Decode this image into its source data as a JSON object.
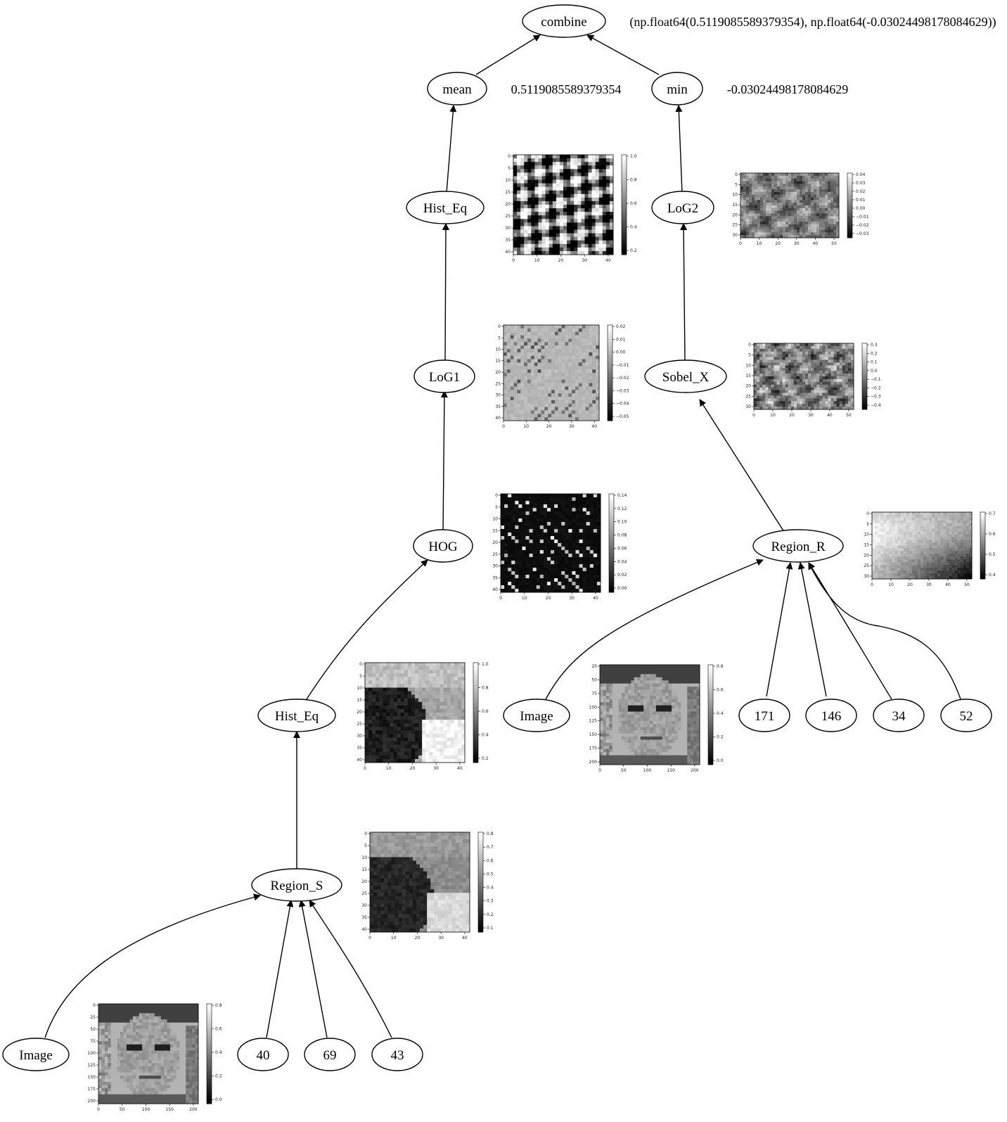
{
  "nodes": {
    "combine": {
      "label": "combine",
      "value": "(np.float64(0.5119085589379354), np.float64(-0.03024498178084629))"
    },
    "mean": {
      "label": "mean",
      "value": "0.5119085589379354"
    },
    "min": {
      "label": "min",
      "value": "-0.03024498178084629"
    },
    "hist_eq_top": {
      "label": "Hist_Eq"
    },
    "log2": {
      "label": "LoG2"
    },
    "log1": {
      "label": "LoG1"
    },
    "sobel_x": {
      "label": "Sobel_X"
    },
    "hog": {
      "label": "HOG"
    },
    "region_r": {
      "label": "Region_R"
    },
    "hist_eq_bottom": {
      "label": "Hist_Eq"
    },
    "image_right": {
      "label": "Image"
    },
    "n171": {
      "label": "171"
    },
    "n146": {
      "label": "146"
    },
    "n34": {
      "label": "34"
    },
    "n52": {
      "label": "52"
    },
    "region_s": {
      "label": "Region_S"
    },
    "image_left": {
      "label": "Image"
    },
    "n40": {
      "label": "40"
    },
    "n69": {
      "label": "69"
    },
    "n43": {
      "label": "43"
    }
  },
  "plots": {
    "hist_eq_top": {
      "xticks": [
        "0",
        "10",
        "20",
        "30",
        "40"
      ],
      "yticks": [
        "0",
        "5",
        "10",
        "15",
        "20",
        "25",
        "30",
        "35",
        "40"
      ],
      "cbar": [
        "1.0",
        "0.8",
        "0.6",
        "0.4",
        "0.2"
      ]
    },
    "log2": {
      "xticks": [
        "0",
        "10",
        "20",
        "30",
        "40",
        "50"
      ],
      "yticks": [
        "0",
        "5",
        "10",
        "15",
        "20",
        "25",
        "30"
      ],
      "cbar": [
        "0.04",
        "0.03",
        "0.02",
        "0.01",
        "0.00",
        "−0.01",
        "−0.02",
        "−0.03"
      ]
    },
    "log1": {
      "xticks": [
        "0",
        "10",
        "20",
        "30",
        "40"
      ],
      "yticks": [
        "0",
        "5",
        "10",
        "15",
        "20",
        "25",
        "30",
        "35",
        "40"
      ],
      "cbar": [
        "0.02",
        "0.01",
        "0.00",
        "−0.01",
        "−0.02",
        "−0.03",
        "−0.04",
        "−0.05"
      ]
    },
    "sobel_x": {
      "xticks": [
        "0",
        "10",
        "20",
        "30",
        "40",
        "50"
      ],
      "yticks": [
        "0",
        "5",
        "10",
        "15",
        "20",
        "25",
        "30"
      ],
      "cbar": [
        "0.3",
        "0.2",
        "0.1",
        "0.0",
        "−0.1",
        "−0.2",
        "−0.3",
        "−0.4"
      ]
    },
    "hog": {
      "xticks": [
        "0",
        "10",
        "20",
        "30",
        "40"
      ],
      "yticks": [
        "0",
        "5",
        "10",
        "15",
        "20",
        "25",
        "30",
        "35",
        "40"
      ],
      "cbar": [
        "0.14",
        "0.12",
        "0.10",
        "0.08",
        "0.06",
        "0.04",
        "0.02",
        "0.00"
      ]
    },
    "region_r": {
      "xticks": [
        "0",
        "10",
        "20",
        "30",
        "40",
        "50"
      ],
      "yticks": [
        "0",
        "5",
        "10",
        "15",
        "20",
        "25",
        "30"
      ],
      "cbar": [
        "0.7",
        "0.6",
        "0.5",
        "0.4"
      ]
    },
    "hist_eq_bottom": {
      "xticks": [
        "0",
        "10",
        "20",
        "30",
        "40"
      ],
      "yticks": [
        "0",
        "5",
        "10",
        "15",
        "20",
        "25",
        "30",
        "35",
        "40"
      ],
      "cbar": [
        "1.0",
        "0.8",
        "0.6",
        "0.4",
        "0.2"
      ]
    },
    "image_right": {
      "xticks": [
        "0",
        "50",
        "100",
        "150",
        "200"
      ],
      "yticks": [
        "25",
        "50",
        "75",
        "100",
        "125",
        "150",
        "175",
        "200"
      ],
      "cbar": [
        "0.8",
        "0.6",
        "0.4",
        "0.2",
        "0.0"
      ]
    },
    "region_s": {
      "xticks": [
        "0",
        "10",
        "20",
        "30",
        "40"
      ],
      "yticks": [
        "0",
        "5",
        "10",
        "15",
        "20",
        "25",
        "30",
        "35",
        "40"
      ],
      "cbar": [
        "0.8",
        "0.7",
        "0.6",
        "0.5",
        "0.4",
        "0.3",
        "0.2",
        "0.1"
      ]
    },
    "image_left": {
      "xticks": [
        "0",
        "50",
        "100",
        "150",
        "200"
      ],
      "yticks": [
        "0",
        "25",
        "50",
        "75",
        "100",
        "125",
        "150",
        "175",
        "200"
      ],
      "cbar": [
        "0.8",
        "0.6",
        "0.4",
        "0.2",
        "0.0"
      ]
    }
  }
}
